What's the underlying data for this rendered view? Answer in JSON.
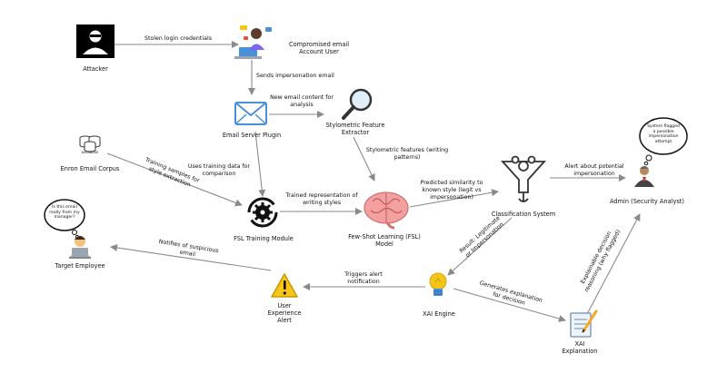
{
  "nodes": {
    "attacker": "Attacker",
    "compromised_user": "Compromised email Account User",
    "email_server_plugin": "Email Server Plugin",
    "stylometric_extractor": "Stylometric Feature Extractor",
    "enron_corpus": "Enron Email Corpus",
    "database_caption": "DATABASE",
    "fsl_training_module": "FSL Training Module",
    "fsl_model": "Few-Shot Learning (FSL) Model",
    "classification_system": "Classification System",
    "admin": "Admin (Security Analyst)",
    "target_employee": "Target Employee",
    "user_alert": "User Experience Alert",
    "xai_engine": "XAI Engine",
    "xai_explanation": "XAI Explanation"
  },
  "bubbles": {
    "admin_thought": "System flagged a possible impersonation attempt",
    "employee_thought": "Is this email really from my manager?"
  },
  "edges": {
    "stolen_credentials": "Stolen login credentials",
    "sends_impersonation": "Sends impersonation email",
    "new_email_content": "New email content for analysis",
    "stylometric_features": "Stylometric features (writing patterns)",
    "uses_training_data": "Uses training data for comparison",
    "training_samples": "Training samples for style extraction",
    "trained_representation": "Trained representation of writing styles",
    "predicted_similarity": "Predicted similarity to known style (legit vs impersonation)",
    "alert_potential": "Alert about potential impersonation",
    "result_legit": "Result: Legitimate or Impersonation",
    "generates_explanation": "Generates explanation for decision",
    "explainable_reasoning": "Explainable decision reasoning (why flagged)",
    "triggers_alert": "Triggers alert notification",
    "notifies_suspicious": "Notifies of suspicious email"
  },
  "colors": {
    "arrow": "#8a8a8a",
    "envelope": "#4a90d9",
    "brain": "#f2a0a0",
    "warning": "#f5c518",
    "bulb": "#f5c518"
  }
}
